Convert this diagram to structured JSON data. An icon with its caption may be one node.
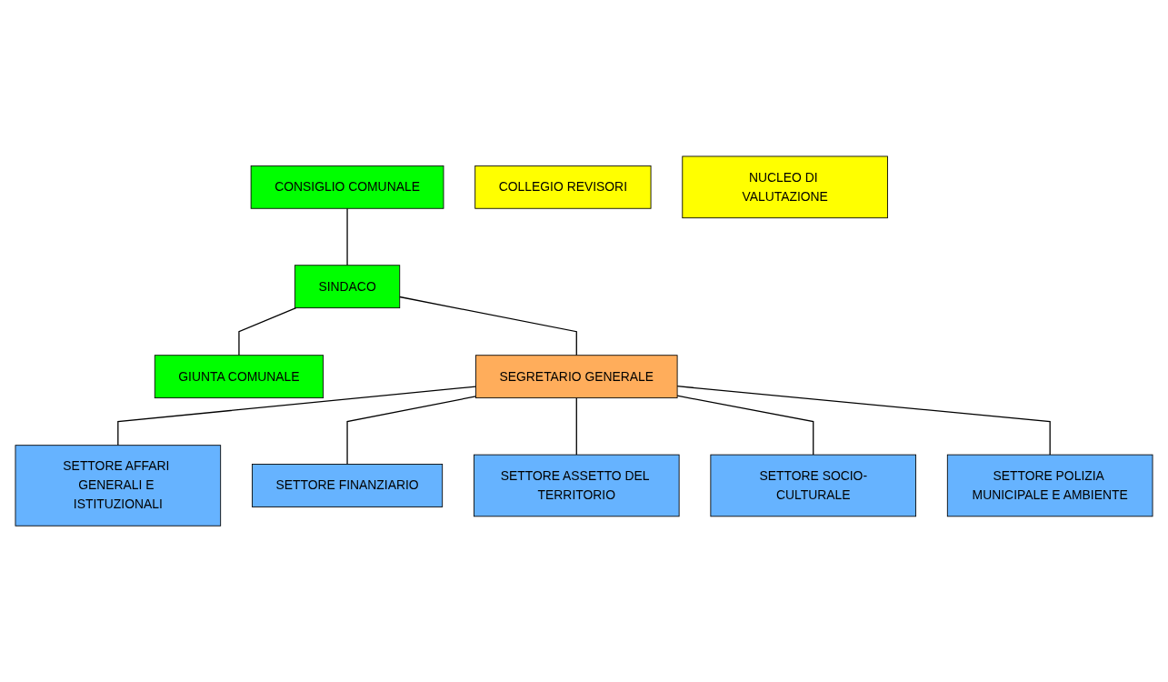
{
  "diagram": {
    "nodes": [
      {
        "text": [
          "CONSIGLIO COMUNALE"
        ]
      },
      {
        "text": [
          "SINDACO"
        ]
      },
      {
        "text": [
          "GIUNTA COMUNALE"
        ]
      },
      {
        "text": [
          "COLLEGIO REVISORI"
        ]
      },
      {
        "text": [
          "NUCLEO DI VALUTAZIONE"
        ]
      },
      {
        "text": [
          "SEGRETARIO GENERALE"
        ]
      },
      {
        "text": [
          "SETTORE AFFARI GENERALI E ISTITUZIONALI"
        ]
      },
      {
        "text": [
          "SETTORE FINANZIARIO"
        ]
      },
      {
        "text": [
          "SETTORE ASSETTO DEL TERRITORIO"
        ]
      },
      {
        "text": [
          "SETTORE SOCIO-CULTURALE"
        ]
      },
      {
        "text": [
          "SETTORE POLIZIA MUNICIPALE E AMBIENTE"
        ]
      }
    ],
    "edges": [
      {
        "from": 0,
        "to": 1,
        "arrow": "none"
      },
      {
        "from": 1,
        "to": 2,
        "arrow": "none"
      },
      {
        "from": 1,
        "to": 5,
        "arrow": "none"
      },
      {
        "from": 5,
        "to": 6,
        "arrow": "none"
      },
      {
        "from": 5,
        "to": 7,
        "arrow": "none"
      },
      {
        "from": 5,
        "to": 8,
        "arrow": "none"
      },
      {
        "from": 5,
        "to": 9,
        "arrow": "none"
      },
      {
        "from": 5,
        "to": 10,
        "arrow": "none"
      }
    ]
  }
}
